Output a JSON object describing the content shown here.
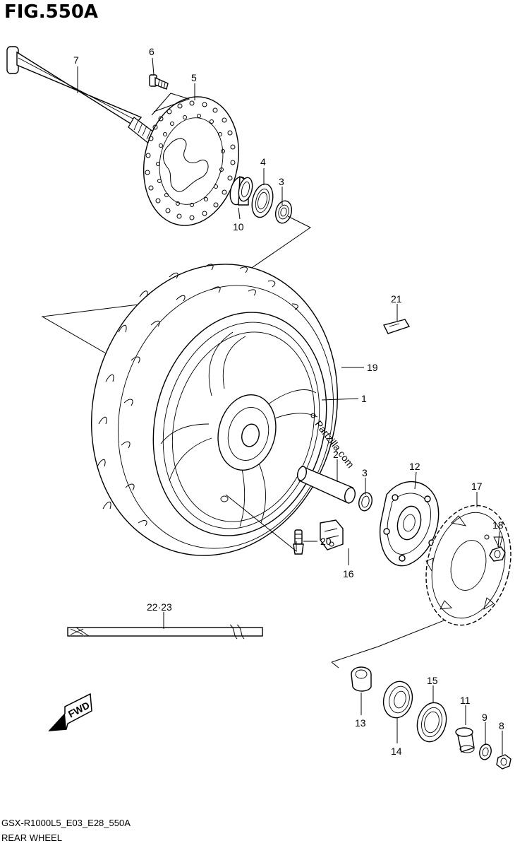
{
  "figure": {
    "title": "FIG.550A",
    "model_code": "GSX-R1000L5_E03_E28_550A",
    "caption": "REAR WHEEL",
    "watermark": "Partzilla.com"
  },
  "callouts": {
    "c1": "1",
    "c2": "2",
    "c3a": "3",
    "c3b": "3",
    "c4": "4",
    "c5": "5",
    "c6": "6",
    "c7": "7",
    "c8": "8",
    "c9": "9",
    "c10": "10",
    "c11": "11",
    "c12": "12",
    "c13": "13",
    "c14": "14",
    "c15": "15",
    "c16": "16",
    "c17": "17",
    "c18": "18",
    "c19": "19",
    "c20": "20",
    "c21": "21",
    "c22": "22·23"
  },
  "icons": {
    "fwd_label": "FWD",
    "fwd_icon": "fwd-arrow-icon"
  }
}
